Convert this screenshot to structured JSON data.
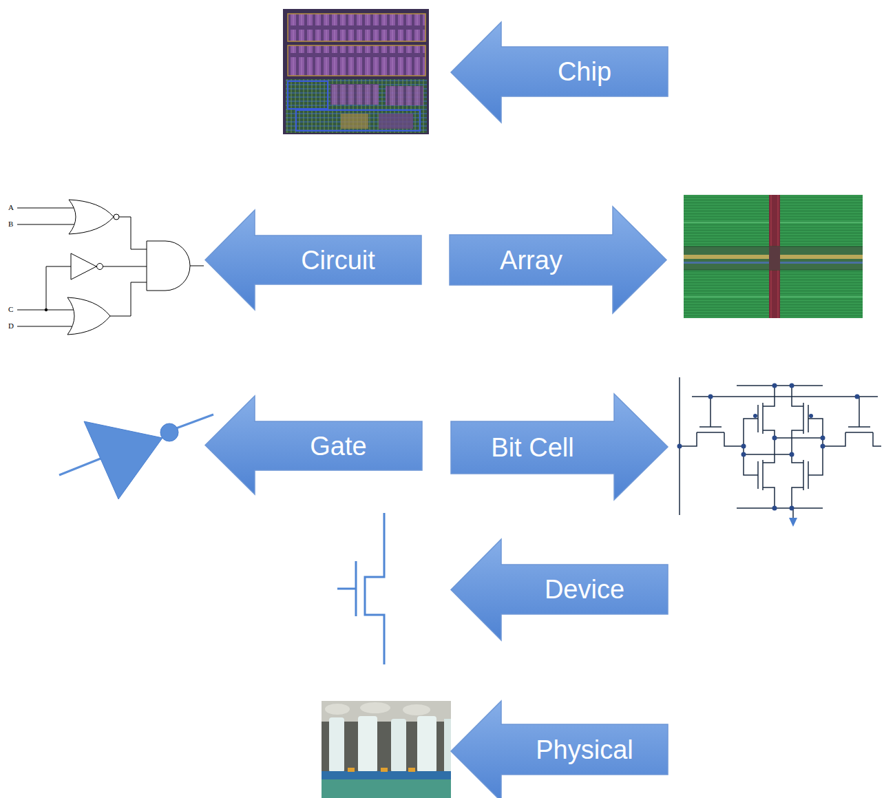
{
  "diagram": {
    "nodes": [
      {
        "text": [
          "Chip"
        ]
      },
      {
        "text": [
          "Circuit"
        ]
      },
      {
        "text": [
          "Array"
        ]
      },
      {
        "text": [
          "Gate"
        ]
      },
      {
        "text": [
          "Bit Cell"
        ]
      },
      {
        "text": [
          "Device"
        ]
      },
      {
        "text": [
          "Physical"
        ]
      }
    ],
    "labels": [
      "A",
      "B",
      "C",
      "D"
    ]
  }
}
